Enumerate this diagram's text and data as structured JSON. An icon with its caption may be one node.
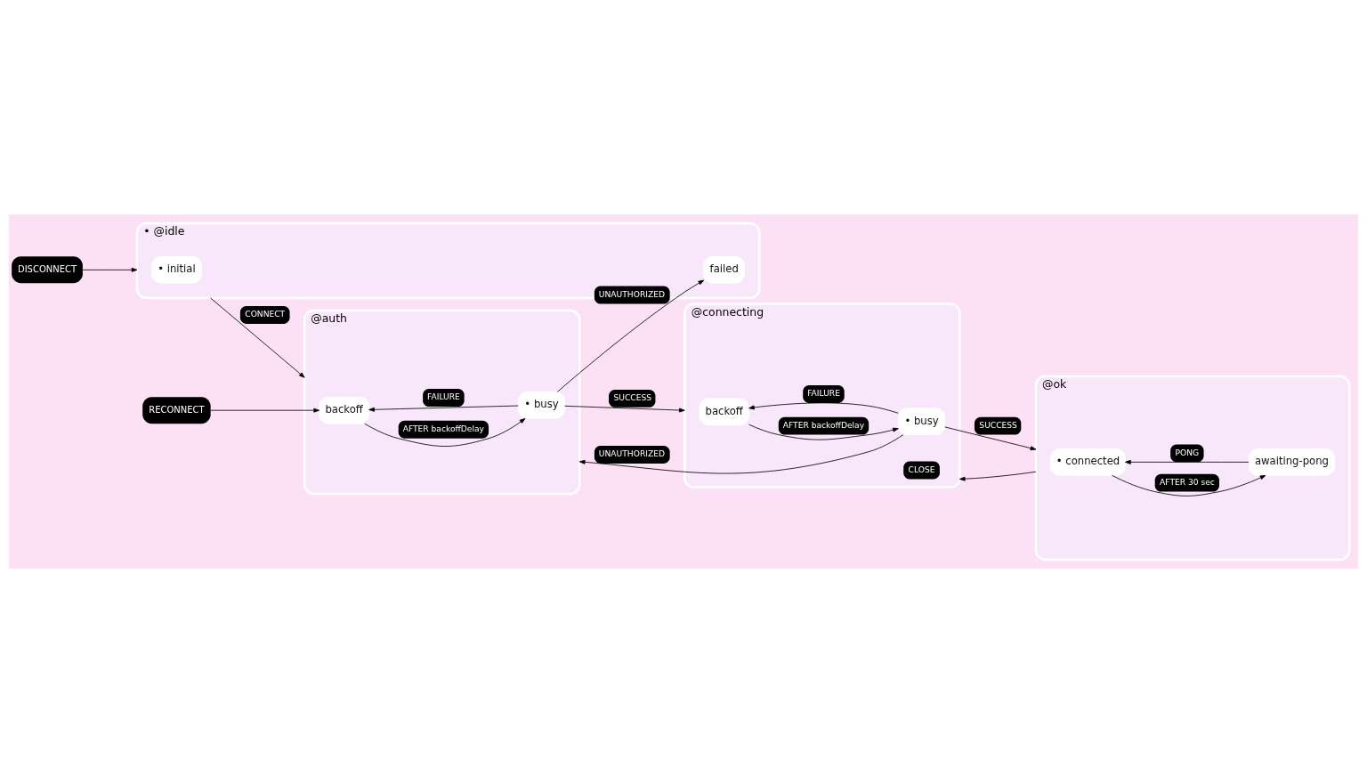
{
  "diagram": {
    "nodes": [
      {
        "text": [
          "DISCONNECT"
        ]
      },
      {
        "text": [
          "RECONNECT"
        ]
      },
      {
        "text": [
          "• @idle"
        ]
      },
      {
        "text": [
          "• initial"
        ],
        "in": 2
      },
      {
        "text": [
          "failed"
        ],
        "in": 2
      },
      {
        "text": [
          "@auth"
        ]
      },
      {
        "text": [
          "backoff"
        ],
        "in": 5
      },
      {
        "text": [
          "• busy"
        ],
        "in": 5
      },
      {
        "text": [
          "@connecting"
        ]
      },
      {
        "text": [
          "backoff"
        ],
        "in": 8
      },
      {
        "text": [
          "• busy"
        ],
        "in": 8
      },
      {
        "text": [
          "@ok"
        ]
      },
      {
        "text": [
          "• connected"
        ],
        "in": 11
      },
      {
        "text": [
          "awaiting-pong"
        ],
        "in": 11
      }
    ],
    "edges": [
      {
        "from": 0,
        "to": 2,
        "arrow": "to"
      },
      {
        "from": 1,
        "to": 6,
        "arrow": "to"
      },
      {
        "from": 2,
        "to": 5,
        "arrow": "to",
        "label": "CONNECT"
      },
      {
        "from": 7,
        "to": 4,
        "arrow": "to",
        "label": "UNAUTHORIZED"
      },
      {
        "from": 7,
        "to": 6,
        "arrow": "to",
        "label": "FAILURE"
      },
      {
        "from": 6,
        "to": 7,
        "arrow": "to",
        "label": "AFTER backoffDelay"
      },
      {
        "from": 7,
        "to": 8,
        "arrow": "to",
        "label": "SUCCESS"
      },
      {
        "from": 10,
        "to": 5,
        "arrow": "to",
        "label": "UNAUTHORIZED"
      },
      {
        "from": 10,
        "to": 11,
        "arrow": "to",
        "label": "SUCCESS"
      },
      {
        "from": 11,
        "to": 8,
        "arrow": "to",
        "label": "CLOSE"
      },
      {
        "from": 10,
        "to": 9,
        "arrow": "to",
        "label": "FAILURE"
      },
      {
        "from": 9,
        "to": 10,
        "arrow": "to",
        "label": "AFTER backoffDelay"
      },
      {
        "from": 13,
        "to": 12,
        "arrow": "to",
        "label": "PONG"
      },
      {
        "from": 12,
        "to": 13,
        "arrow": "to",
        "label": "AFTER 30 sec"
      }
    ]
  }
}
